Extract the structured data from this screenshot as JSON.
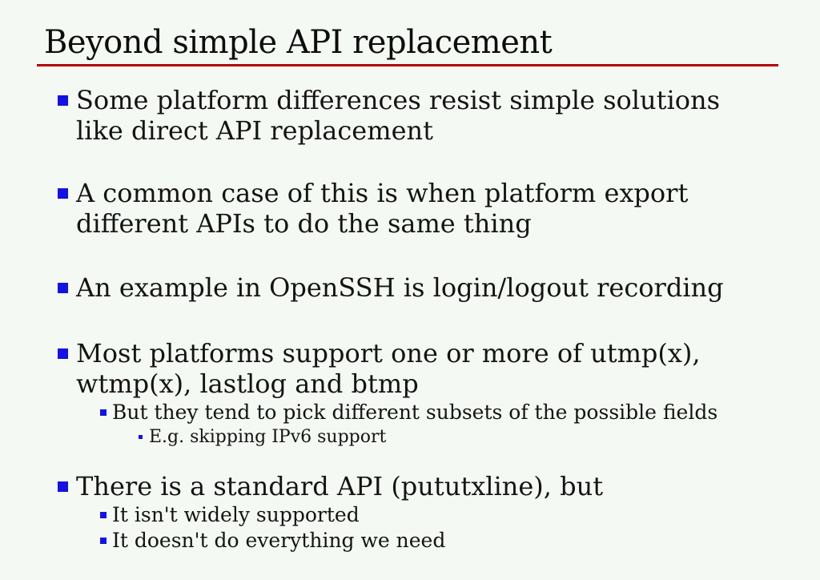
{
  "title": "Beyond simple API replacement",
  "colors": {
    "background": "#f5f9f3",
    "bullet_blue": "#1212e6",
    "rule_red": "#cc0000",
    "text": "#141414"
  },
  "content": {
    "bullets": [
      {
        "level": 1,
        "lines": [
          "Some platform differences resist simple solutions",
          "like direct API replacement"
        ]
      },
      {
        "level": 1,
        "lines": [
          "A common case of this is when platform export",
          "different APIs to do the same thing"
        ]
      },
      {
        "level": 1,
        "lines": [
          "An example in OpenSSH is login/logout recording"
        ]
      },
      {
        "level": 1,
        "lines": [
          "Most platforms support one or more of utmp(x),",
          "wtmp(x), lastlog and btmp"
        ]
      },
      {
        "level": 2,
        "lines": [
          "But they tend to pick different subsets of the possible fields"
        ]
      },
      {
        "level": 3,
        "lines": [
          "E.g. skipping IPv6 support"
        ]
      },
      {
        "level": 1,
        "lines": [
          "There is a standard API (pututxline), but"
        ]
      },
      {
        "level": 2,
        "lines": [
          "It isn't widely supported"
        ]
      },
      {
        "level": 2,
        "lines": [
          "It doesn't do everything we need"
        ]
      }
    ]
  }
}
